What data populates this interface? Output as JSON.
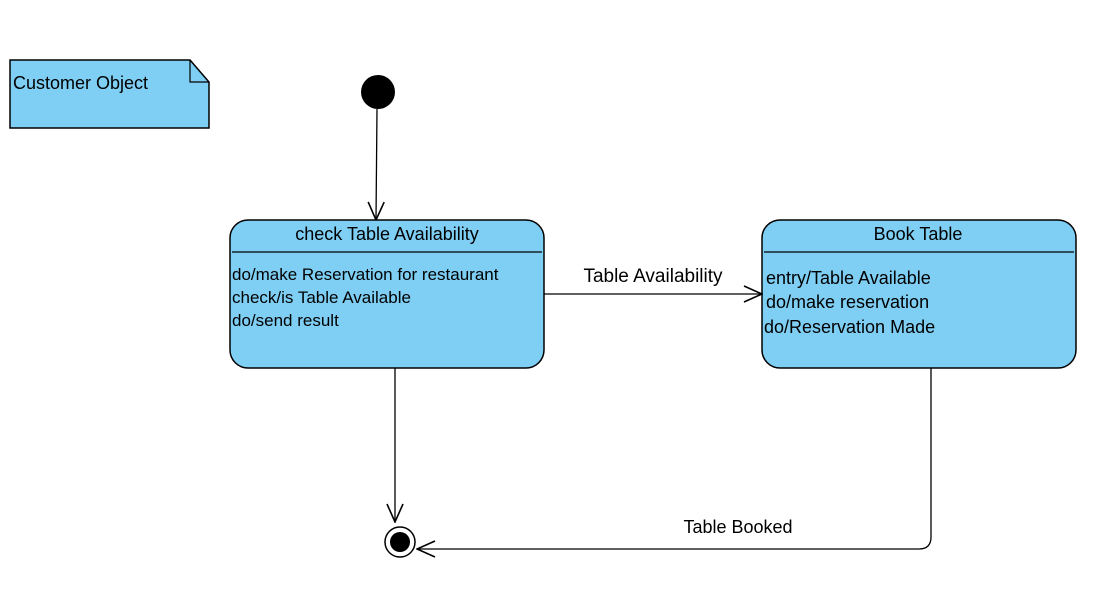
{
  "note": {
    "label": "Customer Object"
  },
  "states": [
    {
      "id": "check",
      "title": "check Table Availability",
      "activities": [
        "do/make Reservation for restaurant",
        "check/is Table Available",
        "do/send result"
      ]
    },
    {
      "id": "book",
      "title": "Book Table",
      "activities": [
        "entry/Table Available",
        "do/make reservation",
        "do/Reservation Made"
      ]
    }
  ],
  "transitions": {
    "check_to_book": "Table Availability",
    "book_to_final": "Table Booked"
  },
  "colors": {
    "fill": "#7fcff5",
    "stroke": "#000000"
  }
}
